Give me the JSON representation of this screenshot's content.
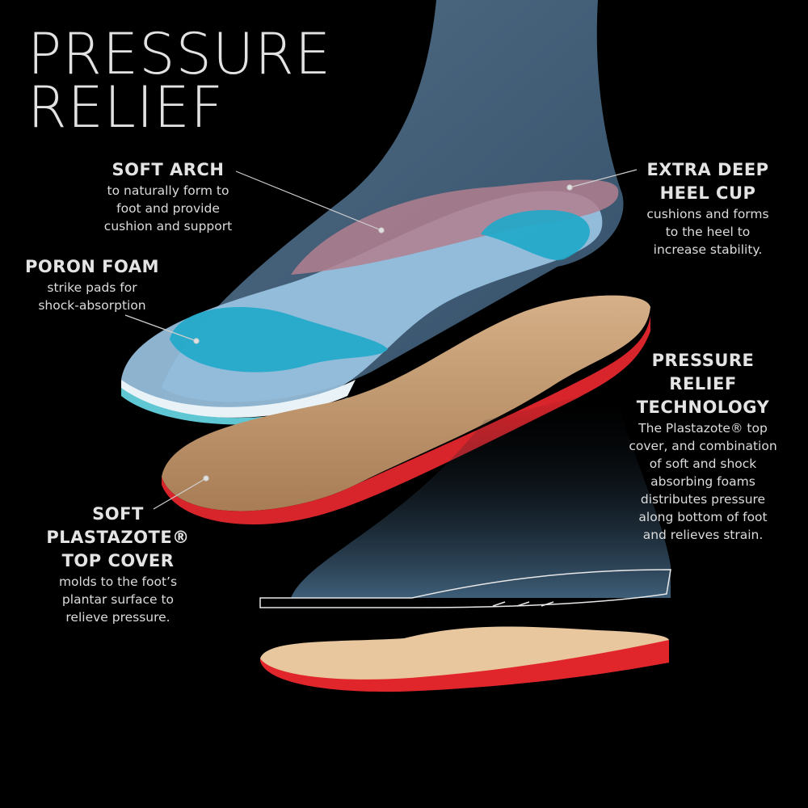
{
  "title": [
    "PRESSURE",
    "RELIEF"
  ],
  "callouts": {
    "soft_arch": {
      "heading": [
        "SOFT ARCH"
      ],
      "body": [
        "to naturally form to",
        "foot and provide",
        "cushion and support"
      ]
    },
    "poron_foam": {
      "heading": [
        "PORON FOAM"
      ],
      "body": [
        "strike pads for",
        "shock-absorption"
      ]
    },
    "heel_cup": {
      "heading": [
        "EXTRA DEEP",
        "HEEL CUP"
      ],
      "body": [
        "cushions and forms",
        "to the heel to",
        "increase stability."
      ]
    },
    "technology": {
      "heading": [
        "PRESSURE",
        "RELIEF",
        "TECHNOLOGY"
      ],
      "body": [
        "The Plastazote® top",
        "cover, and combination",
        "of soft and shock",
        "absorbing foams",
        "distributes pressure",
        "along bottom of foot",
        "and relieves strain."
      ]
    },
    "top_cover": {
      "heading": [
        "SOFT",
        "PLASTAZOTE®",
        "TOP COVER"
      ],
      "body": [
        "molds to the foot’s",
        "plantar surface to",
        "relieve pressure."
      ]
    }
  },
  "colors": {
    "background": "#000000",
    "foot": "#7fa6c8",
    "poron": "#1fa9c9",
    "arch": "#b07a8a",
    "tan": "#c9a27a",
    "red": "#d8242b"
  }
}
